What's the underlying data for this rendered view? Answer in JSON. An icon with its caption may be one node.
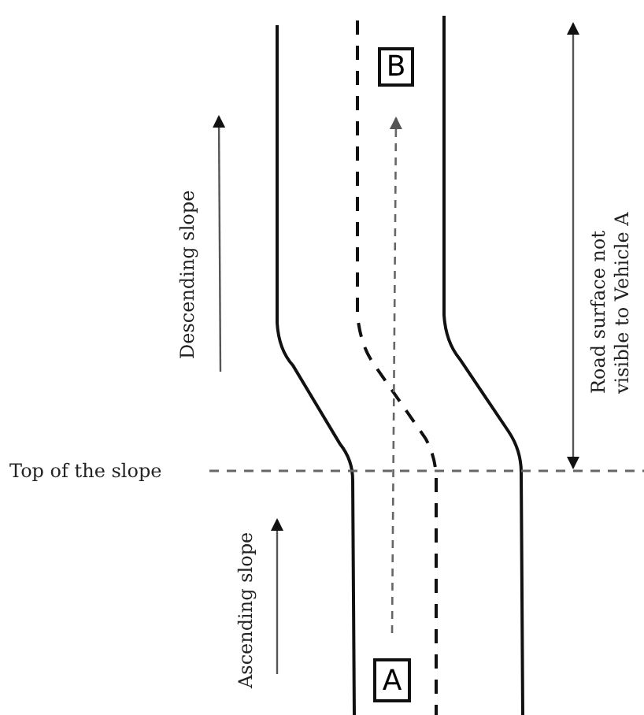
{
  "diagram": {
    "nodes": [
      {
        "text": [
          "B"
        ]
      },
      {
        "text": [
          "A"
        ]
      }
    ],
    "edges": [
      {
        "from": 1,
        "to": 0,
        "arrow": "to",
        "style": "dashed"
      }
    ],
    "labels": [
      "Road surface not visible to Vehicle A",
      "Descending slope",
      "Top of the slope",
      "Ascending slope"
    ]
  }
}
